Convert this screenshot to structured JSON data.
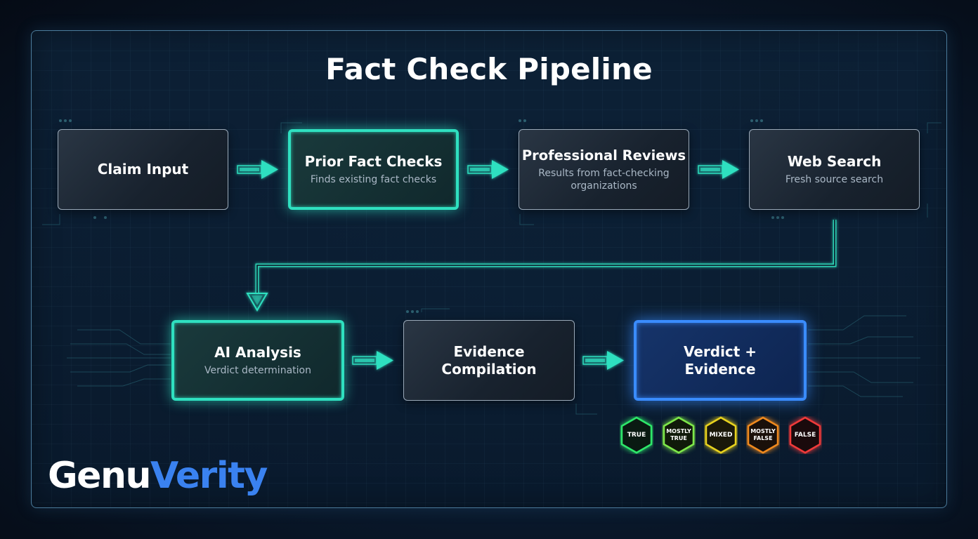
{
  "title": "Fact Check Pipeline",
  "nodes": {
    "claim_input": {
      "title": "Claim Input"
    },
    "prior_fact_checks": {
      "title": "Prior Fact Checks",
      "subtitle": "Finds existing fact checks"
    },
    "professional_reviews": {
      "title": "Professional Reviews",
      "subtitle": "Results from fact-checking organizations"
    },
    "web_search": {
      "title": "Web Search",
      "subtitle": "Fresh source search"
    },
    "ai_analysis": {
      "title": "AI Analysis",
      "subtitle": "Verdict determination"
    },
    "evidence_compilation": {
      "title": "Evidence Compilation"
    },
    "verdict_evidence": {
      "title": "Verdict + Evidence"
    }
  },
  "verdict_badges": [
    {
      "label": "TRUE",
      "color": "#2ee86a"
    },
    {
      "label": "MOSTLY\nTRUE",
      "color": "#7ee84a"
    },
    {
      "label": "MIXED",
      "color": "#e8d21e"
    },
    {
      "label": "MOSTLY\nFALSE",
      "color": "#f08a1e"
    },
    {
      "label": "FALSE",
      "color": "#f03a3a"
    }
  ],
  "logo": {
    "part1": "Genu",
    "part2": "Verity"
  },
  "colors": {
    "teal_glow": "#2fe0c0",
    "blue_glow": "#3a8cff",
    "logo_accent": "#3a82f0",
    "arrow": "#2fe0c0"
  }
}
